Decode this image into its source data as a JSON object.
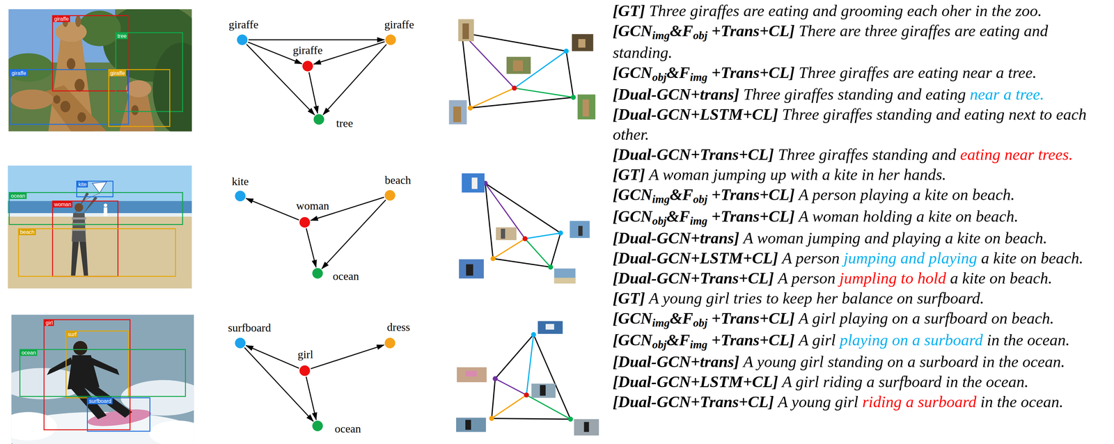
{
  "diagram": {
    "nodes": [
      {
        "text": [
          "giraffe"
        ]
      },
      {
        "text": [
          "giraffe"
        ]
      },
      {
        "text": [
          "giraffe"
        ]
      },
      {
        "text": [
          "tree"
        ]
      },
      {
        "text": [
          "kite"
        ]
      },
      {
        "text": [
          "woman"
        ]
      },
      {
        "text": [
          "beach"
        ]
      },
      {
        "text": [
          "ocean"
        ]
      },
      {
        "text": [
          "surfboard"
        ]
      },
      {
        "text": [
          "girl"
        ]
      },
      {
        "text": [
          "dress"
        ]
      },
      {
        "text": [
          "ocean"
        ]
      }
    ],
    "edges": [
      {
        "from": 0,
        "to": 2,
        "arrow": "to"
      },
      {
        "from": 0,
        "to": 1,
        "arrow": "to"
      },
      {
        "from": 2,
        "to": 1,
        "arrow": "to"
      },
      {
        "from": 0,
        "to": 3,
        "arrow": "to"
      },
      {
        "from": 1,
        "to": 3,
        "arrow": "to"
      },
      {
        "from": 2,
        "to": 3,
        "arrow": "to"
      },
      {
        "from": 5,
        "to": 4,
        "arrow": "to"
      },
      {
        "from": 6,
        "to": 5,
        "arrow": "to"
      },
      {
        "from": 5,
        "to": 7,
        "arrow": "to"
      },
      {
        "from": 6,
        "to": 7,
        "arrow": "to"
      },
      {
        "from": 9,
        "to": 8,
        "arrow": "to"
      },
      {
        "from": 9,
        "to": 10,
        "arrow": "to"
      },
      {
        "from": 9,
        "to": 11,
        "arrow": "to"
      },
      {
        "from": 8,
        "to": 11,
        "arrow": "to"
      }
    ],
    "labels": [
      "giraffe",
      "tree",
      "giraffe",
      "giraffe",
      "kite",
      "ocean",
      "woman",
      "beach",
      "girl",
      "surf",
      "ocean",
      "surfboard",
      "[GT]",
      "Three giraffes are eating and grooming each oher in the zoo.",
      "[GCN",
      "img",
      "&F",
      "obj",
      "+Trans+CL]",
      "There are three giraffes are eating and standing.",
      "[GCN",
      "obj",
      "&F",
      "img",
      "+Trans+CL]",
      "Three giraffes are eating near a tree.",
      "[Dual-GCN+trans]",
      "Three giraffes standing and eating",
      "near a tree.",
      "[Dual-GCN+LSTM+CL]",
      "Three giraffes standing and eating next to each other.",
      "[Dual-GCN+Trans+CL]",
      "Three giraffes standing and",
      "eating near trees.",
      "[GT]",
      "A woman jumping up with a kite in her hands.",
      "[GCN",
      "img",
      "&F",
      "obj",
      "+Trans+CL]",
      "A person playing a kite on beach.",
      "[GCN",
      "obj",
      "&F",
      "img",
      "+Trans+CL]",
      "A woman holding a kite on beach.",
      "[Dual-GCN+trans]",
      "A woman jumping and playing a kite on beach.",
      "[Dual-GCN+LSTM+CL]",
      "A person",
      "jumping and playing",
      "a kite on beach.",
      "[Dual-GCN+Trans+CL]",
      "A person",
      "jumpling to hold",
      "a kite on beach.",
      "[GT]",
      "A young girl tries to keep her balance on surfboard.",
      "[GCN",
      "img",
      "&F",
      "obj",
      "+Trans+CL]",
      "A girl playing on a surfboard on beach.",
      "[GCN",
      "obj",
      "&F",
      "img",
      "+Trans+CL]",
      "A girl",
      "playing on a surboard",
      "in the ocean.",
      "[Dual-GCN+trans]",
      "A young girl standing on a surboard in the ocean.",
      "[Dual-GCN+LSTM+CL]",
      "A girl riding a surfboard in the ocean.",
      "[Dual-GCN+Trans+CL]",
      "A young girl",
      "riding a surboard",
      "in the ocean."
    ]
  }
}
